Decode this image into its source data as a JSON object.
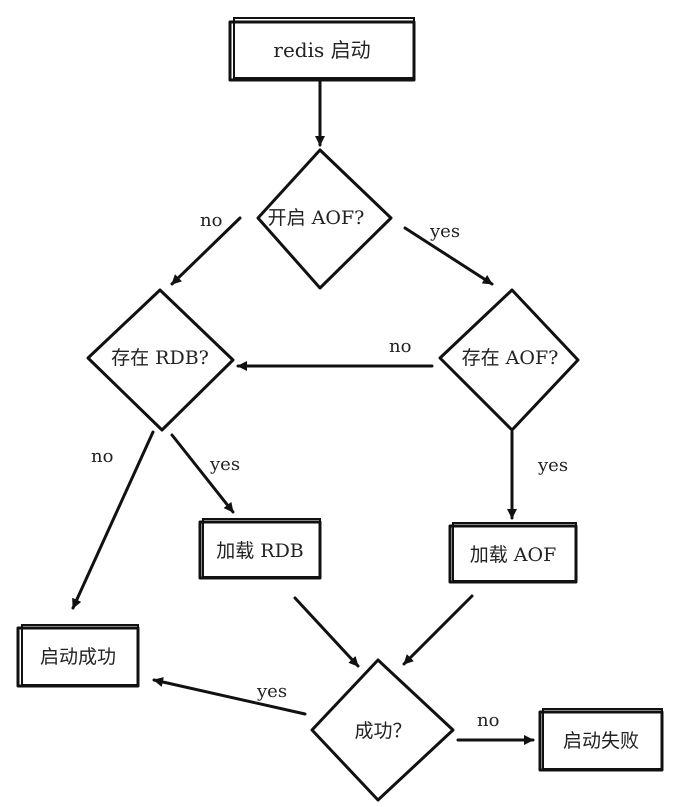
{
  "nodes": {
    "start": "redis 启动",
    "aof_enabled": "开启 AOF?",
    "rdb_exists": "存在 RDB?",
    "aof_exists": "存在 AOF?",
    "load_rdb": "加载 RDB",
    "load_aof": "加载 AOF",
    "success_decision": "成功？",
    "start_success": "启动成功",
    "start_failed": "启动失败"
  },
  "edge_labels": {
    "aof_no": "no",
    "aof_yes": "yes",
    "aof_exists_no": "no",
    "rdb_exists_no": "no",
    "rdb_exists_yes": "yes",
    "aof_exists_yes": "yes",
    "success_yes": "yes",
    "success_no": "no"
  }
}
